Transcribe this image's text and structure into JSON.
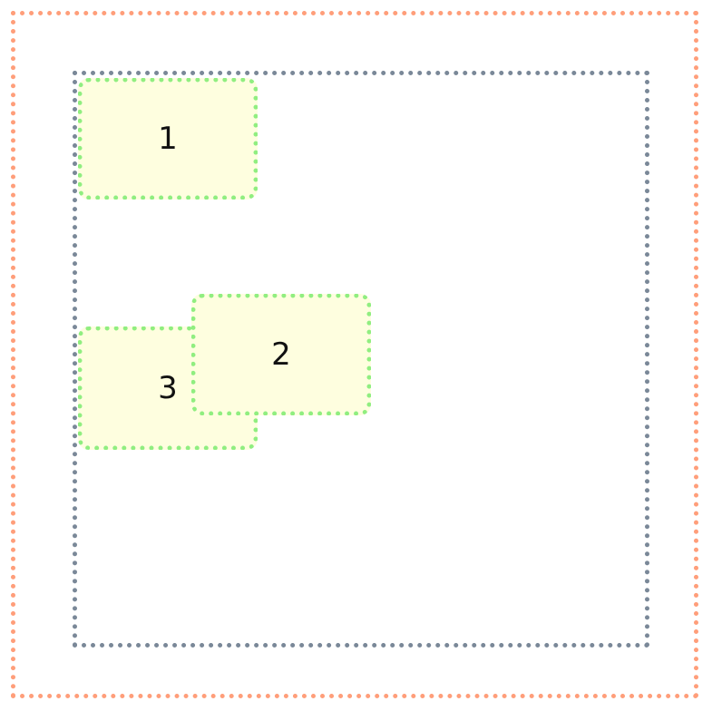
{
  "colors": {
    "outer_border": "#FF9E7A",
    "inner_border": "#7A8898",
    "box_border": "#90EE80",
    "box_fill": "#FEFEDF",
    "label_text": "#111111"
  },
  "boxes": {
    "box1": {
      "label": "1"
    },
    "box2": {
      "label": "2"
    },
    "box3": {
      "label": "3"
    }
  }
}
